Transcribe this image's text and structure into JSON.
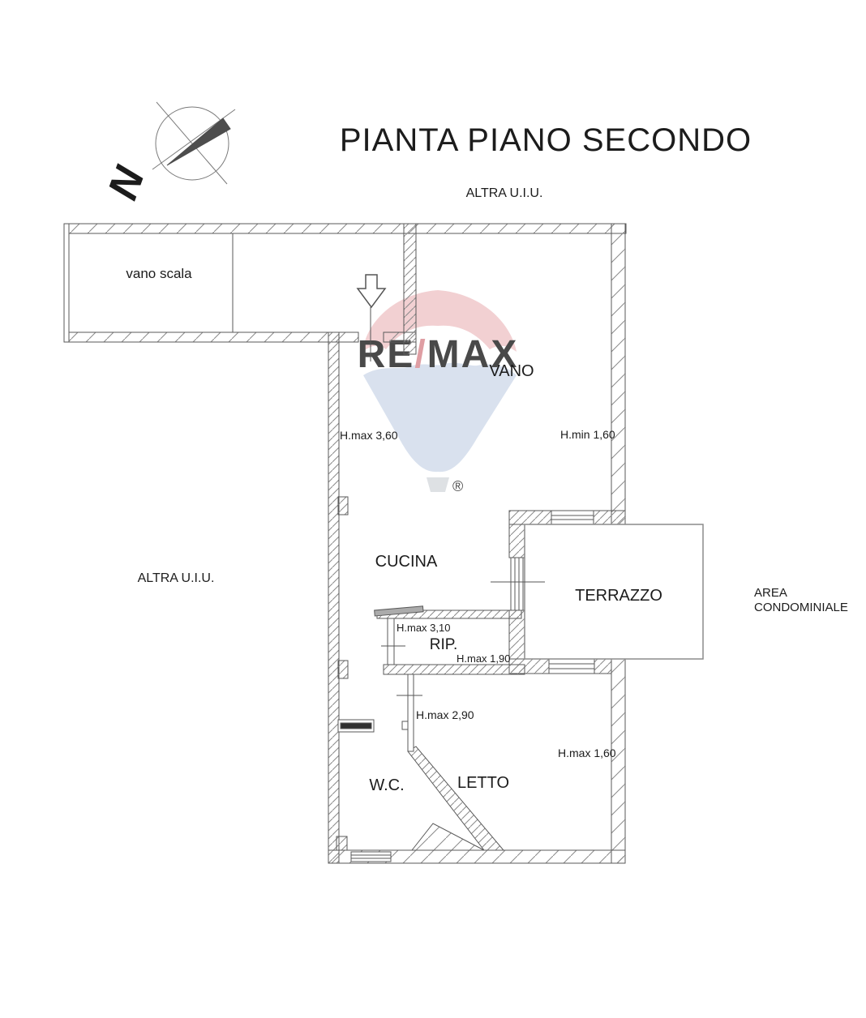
{
  "title": "PIANTA PIANO SECONDO",
  "labels": {
    "altra_uiu_top": "ALTRA U.I.U.",
    "altra_uiu_left": "ALTRA U.I.U.",
    "area_condominiale_line1": "AREA",
    "area_condominiale_line2": "CONDOMINIALE"
  },
  "compass": {
    "north_letter": "N"
  },
  "rooms": {
    "vano_scala": "vano scala",
    "vano": "VANO",
    "cucina": "CUCINA",
    "rip": "RIP.",
    "terrazzo": "TERRAZZO",
    "wc": "W.C.",
    "letto": "LETTO"
  },
  "heights": {
    "vano_left": "H.max 3,60",
    "vano_right": "H.min 1,60",
    "rip_top": "H.max 3,10",
    "rip_bottom": "H.max 1,90",
    "wc": "H.max 2,90",
    "letto": "H.max 1,60"
  },
  "watermark": {
    "re": "RE",
    "slash": "/",
    "max": "MAX",
    "registered": "®"
  },
  "colors": {
    "wall_line": "#5a5a5a",
    "hatch_line": "#8a8a8a",
    "text": "#1c1c1c",
    "watermark_pink": "#e9b0b4",
    "watermark_fan_blue": "#c7d3e6",
    "watermark_text_blue": "#a3b8da",
    "watermark_slash_red": "#d8868d",
    "watermark_gray": "#d6dade"
  }
}
